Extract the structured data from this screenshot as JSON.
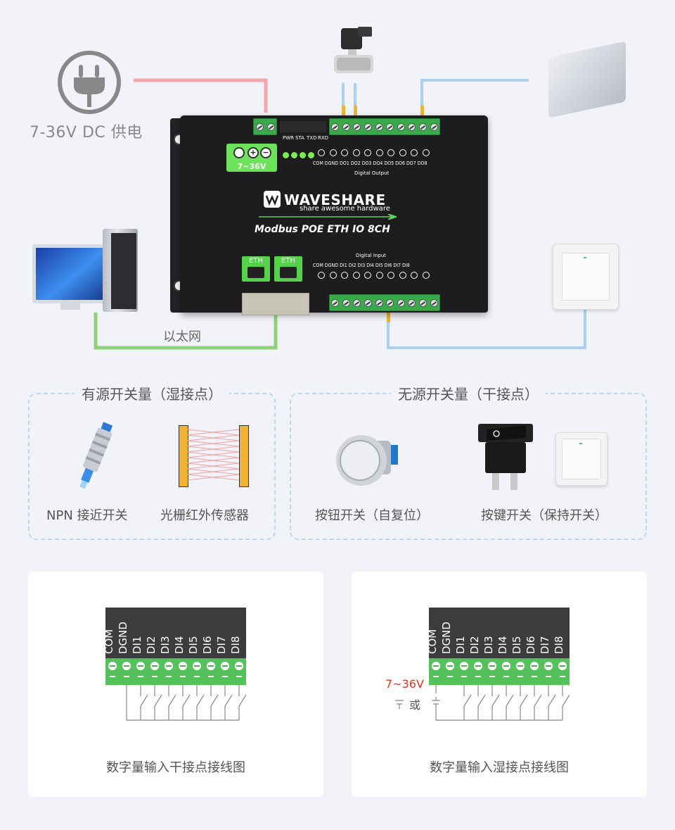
{
  "power": {
    "label": "7-36V DC 供电"
  },
  "ethernet": {
    "label": "以太网"
  },
  "device": {
    "brand": "WAVESHARE",
    "tagline": "share awesome hardware",
    "model": "Modbus POE ETH IO 8CH",
    "power_label": "7~36V",
    "led_labels": [
      "PWR",
      "STA",
      "TXD",
      "RXD"
    ],
    "do_title": "Digital Output",
    "do_labels": "COM DGND DO1 DO2 DO3 DO4 DO5 DO6 DO7 DO8",
    "di_title": "Digital Input",
    "di_labels": "COM DGND DI1 DI2 DI3 DI4 DI5 DI6 DI7 DI8",
    "eth_ports": [
      "ETH",
      "ETH"
    ]
  },
  "wet_panel": {
    "title": "有源开关量（湿接点）",
    "items": [
      "NPN 接近开关",
      "光栅红外传感器"
    ]
  },
  "dry_panel": {
    "title": "无源开关量（干接点）",
    "items": [
      "按钮开关（自复位）",
      "按键开关（保持开关）"
    ]
  },
  "wiring": {
    "pins": [
      "COM",
      "DGND",
      "DI1",
      "DI2",
      "DI3",
      "DI4",
      "DI5",
      "DI6",
      "DI7",
      "DI8"
    ],
    "dry_caption": "数字量输入干接点接线图",
    "wet_caption": "数字量输入湿接点接线图",
    "voltage": "7~36V",
    "or_text": "或"
  },
  "colors": {
    "power_wire": "#f2a7ac",
    "eth_wire": "#8fd27a",
    "signal_wire": "#a9d0ef",
    "terminal_green": "#55c15b",
    "voltage_red": "#e0331f",
    "panel_border": "#b9d7ee"
  }
}
